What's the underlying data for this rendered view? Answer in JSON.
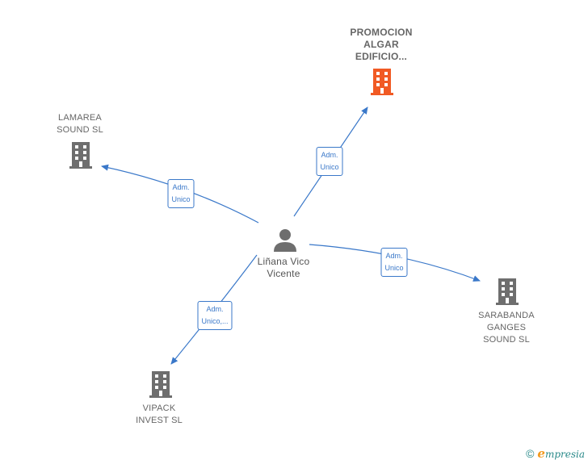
{
  "colors": {
    "edge": "#3a78c9",
    "building_default": "#6e6e6e",
    "building_highlight": "#f15a24",
    "person": "#6e6e6e"
  },
  "center": {
    "name": "Liñana Vico\nVicente",
    "icon": "person-icon"
  },
  "nodes": [
    {
      "id": "promocion",
      "label": "PROMOCION\nALGAR\nEDIFICIO...",
      "icon": "building-icon",
      "highlight": true
    },
    {
      "id": "lamarea",
      "label": "LAMAREA\nSOUND SL",
      "icon": "building-icon",
      "highlight": false
    },
    {
      "id": "sarabanda",
      "label": "SARABANDA\nGANGES\nSOUND SL",
      "icon": "building-icon",
      "highlight": false
    },
    {
      "id": "vipack",
      "label": "VIPACK\nINVEST SL",
      "icon": "building-icon",
      "highlight": false
    }
  ],
  "edges": [
    {
      "to": "promocion",
      "label": "Adm.\nUnico"
    },
    {
      "to": "lamarea",
      "label": "Adm.\nUnico"
    },
    {
      "to": "sarabanda",
      "label": "Adm.\nUnico"
    },
    {
      "to": "vipack",
      "label": "Adm.\nUnico,..."
    }
  ],
  "footer": {
    "copyright_symbol": "©",
    "brand_initial": "e",
    "brand_rest": "mpresia"
  }
}
